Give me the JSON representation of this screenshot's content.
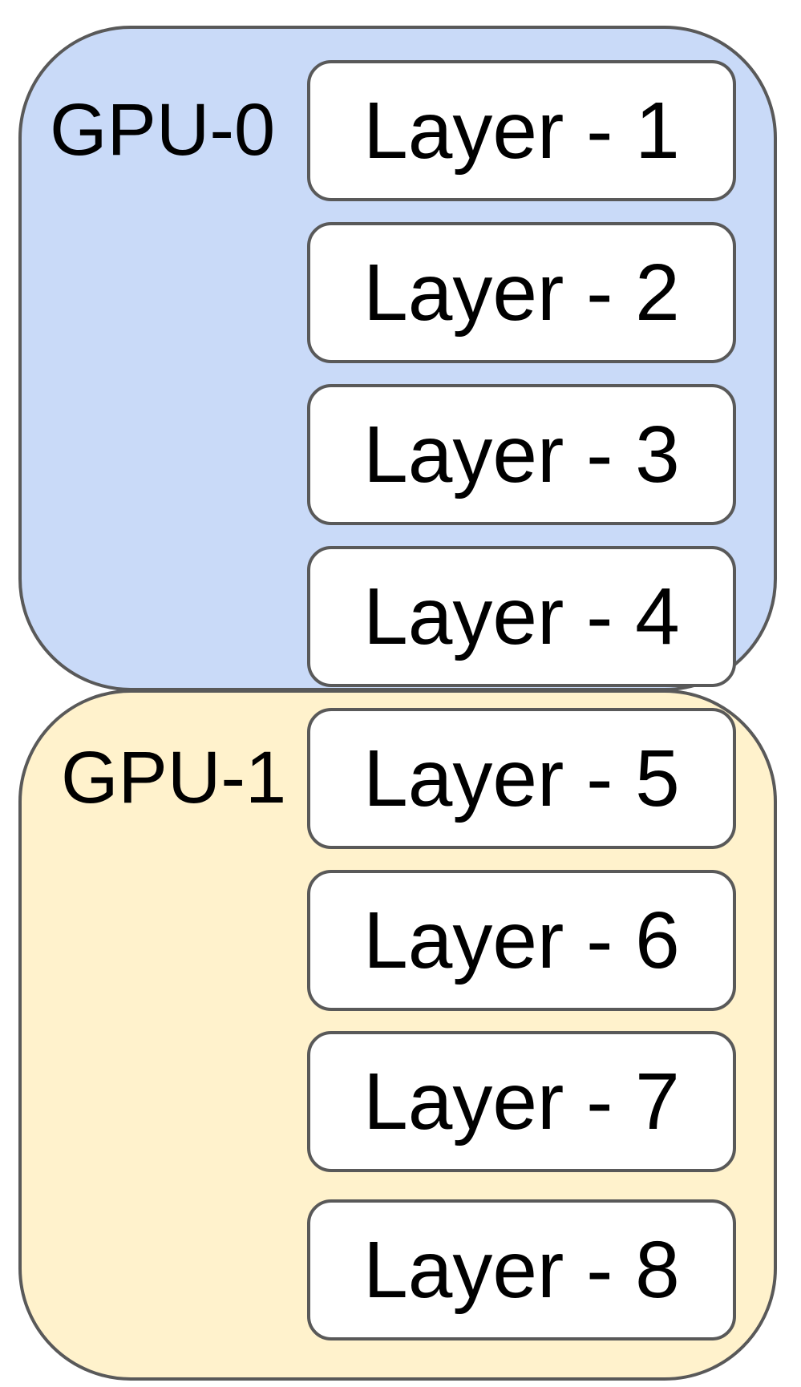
{
  "groups": [
    {
      "label": "GPU-0",
      "fill": "#c9daf8"
    },
    {
      "label": "GPU-1",
      "fill": "#fff2cc"
    }
  ],
  "layers": [
    "Layer - 1",
    "Layer - 2",
    "Layer - 3",
    "Layer - 4",
    "Layer - 5",
    "Layer - 6",
    "Layer - 7",
    "Layer - 8"
  ],
  "colors": {
    "border": "#595959",
    "layer_fill": "#ffffff",
    "text": "#000000"
  }
}
